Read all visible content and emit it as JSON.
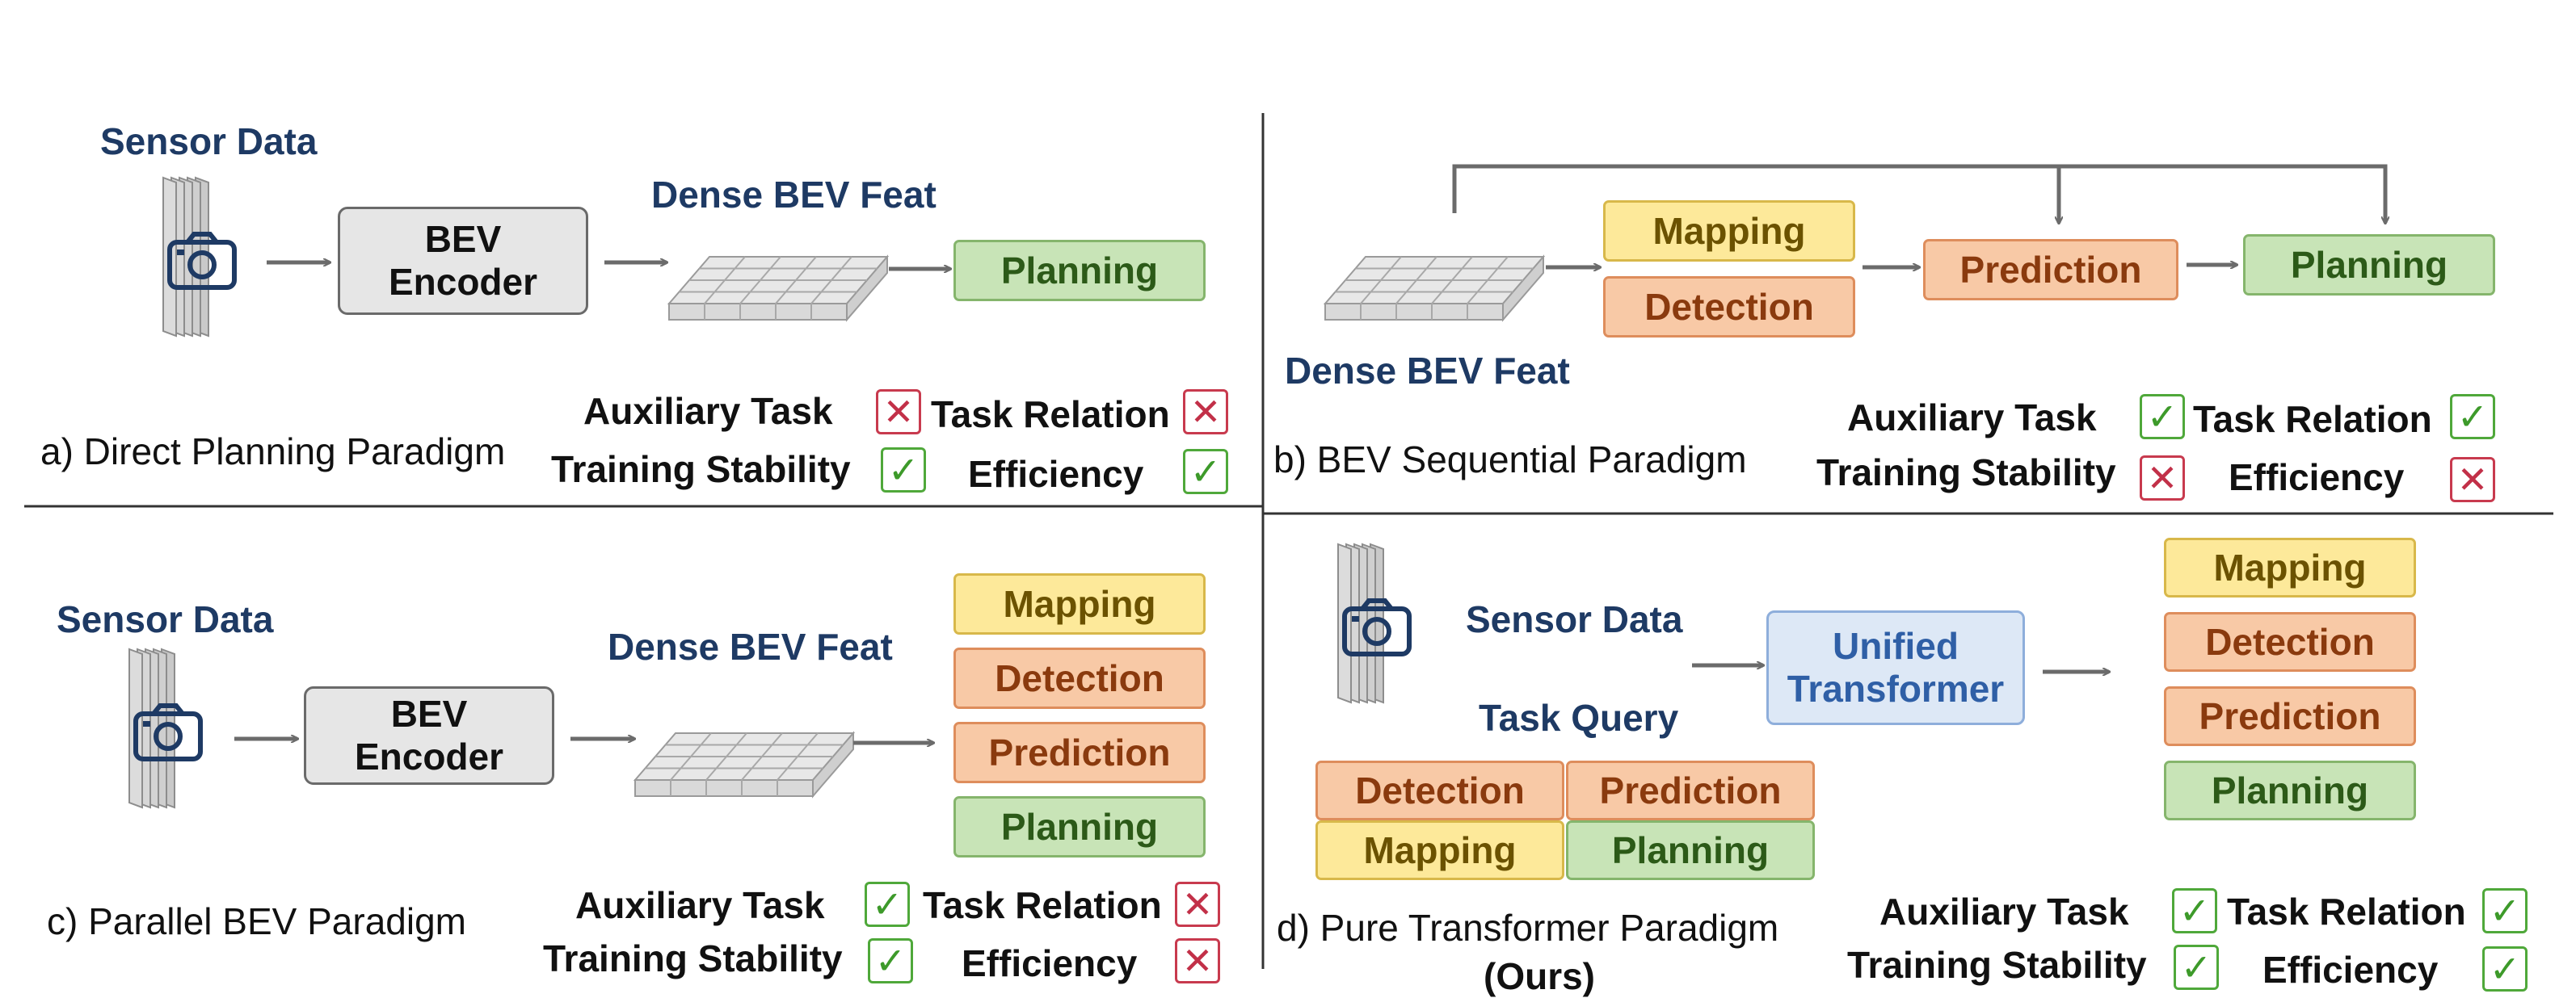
{
  "labels": {
    "sensor_data": "Sensor Data",
    "dense_bev_feat": "Dense BEV Feat",
    "bev_encoder": "BEV\nEncoder",
    "task_query": "Task Query",
    "unified_transformer": "Unified\nTransformer",
    "mapping": "Mapping",
    "detection": "Detection",
    "prediction": "Prediction",
    "planning": "Planning"
  },
  "attributes": {
    "auxiliary_task": "Auxiliary Task",
    "task_relation": "Task Relation",
    "training_stability": "Training Stability",
    "efficiency": "Efficiency"
  },
  "panels": {
    "a": {
      "caption": "a) Direct Planning Paradigm",
      "aux": "no",
      "rel": "no",
      "stab": "ok",
      "eff": "ok"
    },
    "b": {
      "caption": "b) BEV Sequential Paradigm",
      "aux": "ok",
      "rel": "ok",
      "stab": "no",
      "eff": "no"
    },
    "c": {
      "caption": "c) Parallel BEV Paradigm",
      "aux": "ok",
      "rel": "no",
      "stab": "ok",
      "eff": "no"
    },
    "d": {
      "caption": "d) Pure Transformer Paradigm",
      "caption2": "(Ours)",
      "aux": "ok",
      "rel": "ok",
      "stab": "ok",
      "eff": "ok"
    }
  },
  "icons": {
    "ok": "checkmark-icon",
    "no": "cross-icon",
    "camera": "camera-icon",
    "grid": "bev-grid-icon"
  },
  "colors": {
    "navy": "#1e3a64",
    "ok": "#3d9a2a",
    "no": "#c23048"
  }
}
